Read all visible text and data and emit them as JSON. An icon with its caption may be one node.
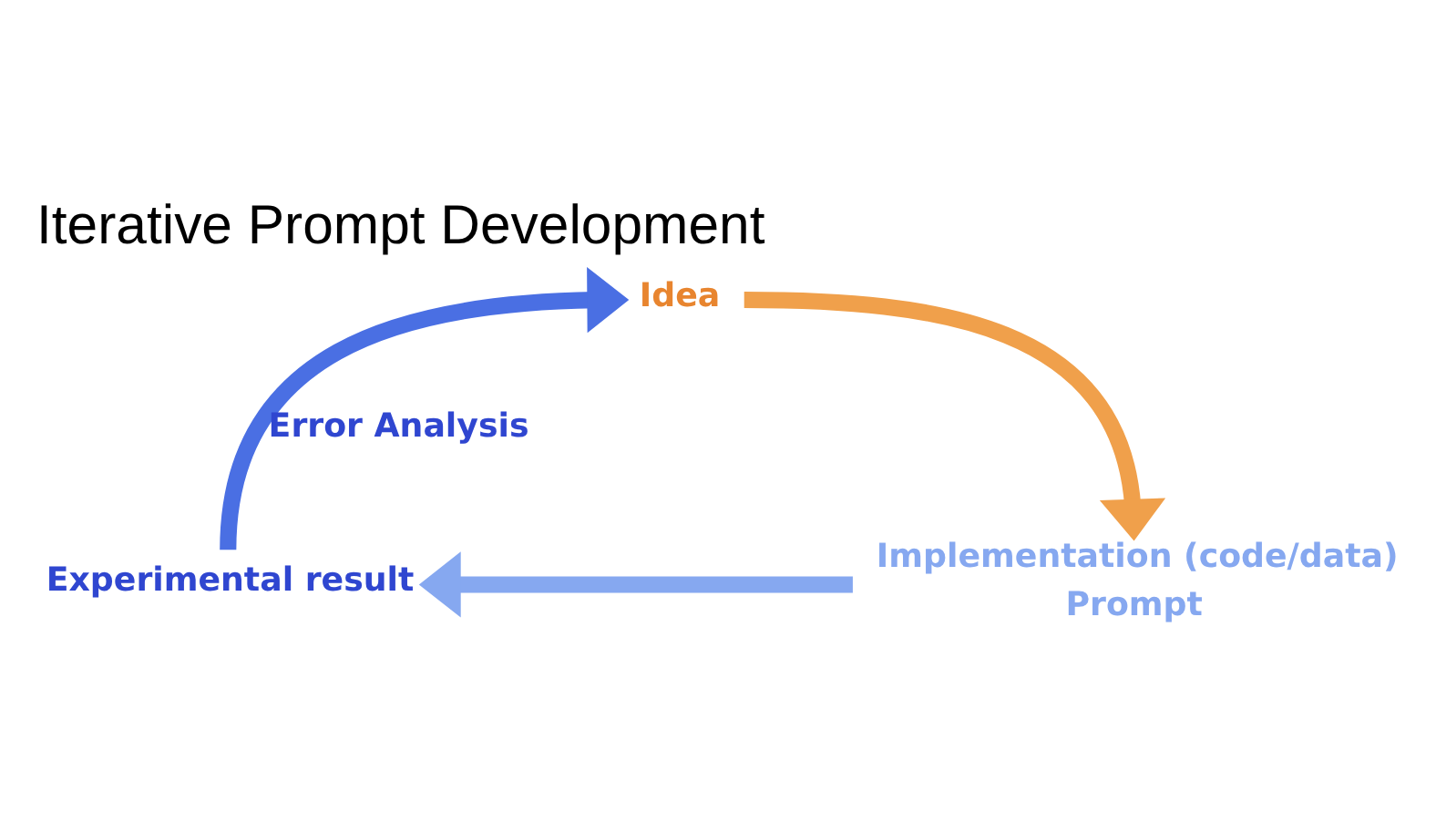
{
  "diagram": {
    "title": "Iterative Prompt Development",
    "nodes": [
      {
        "text": [
          "Idea"
        ]
      },
      {
        "text": [
          "Implementation (code/data)",
          "Prompt"
        ]
      },
      {
        "text": [
          "Experimental result"
        ]
      }
    ],
    "edges": [
      {
        "from": 0,
        "to": 1,
        "arrow": "to",
        "color": "#f0a04b"
      },
      {
        "from": 1,
        "to": 2,
        "arrow": "to",
        "color": "#86a8f0"
      },
      {
        "from": 2,
        "to": 0,
        "arrow": "to",
        "label": "Error Analysis",
        "color": "#4a6fe3"
      }
    ]
  }
}
